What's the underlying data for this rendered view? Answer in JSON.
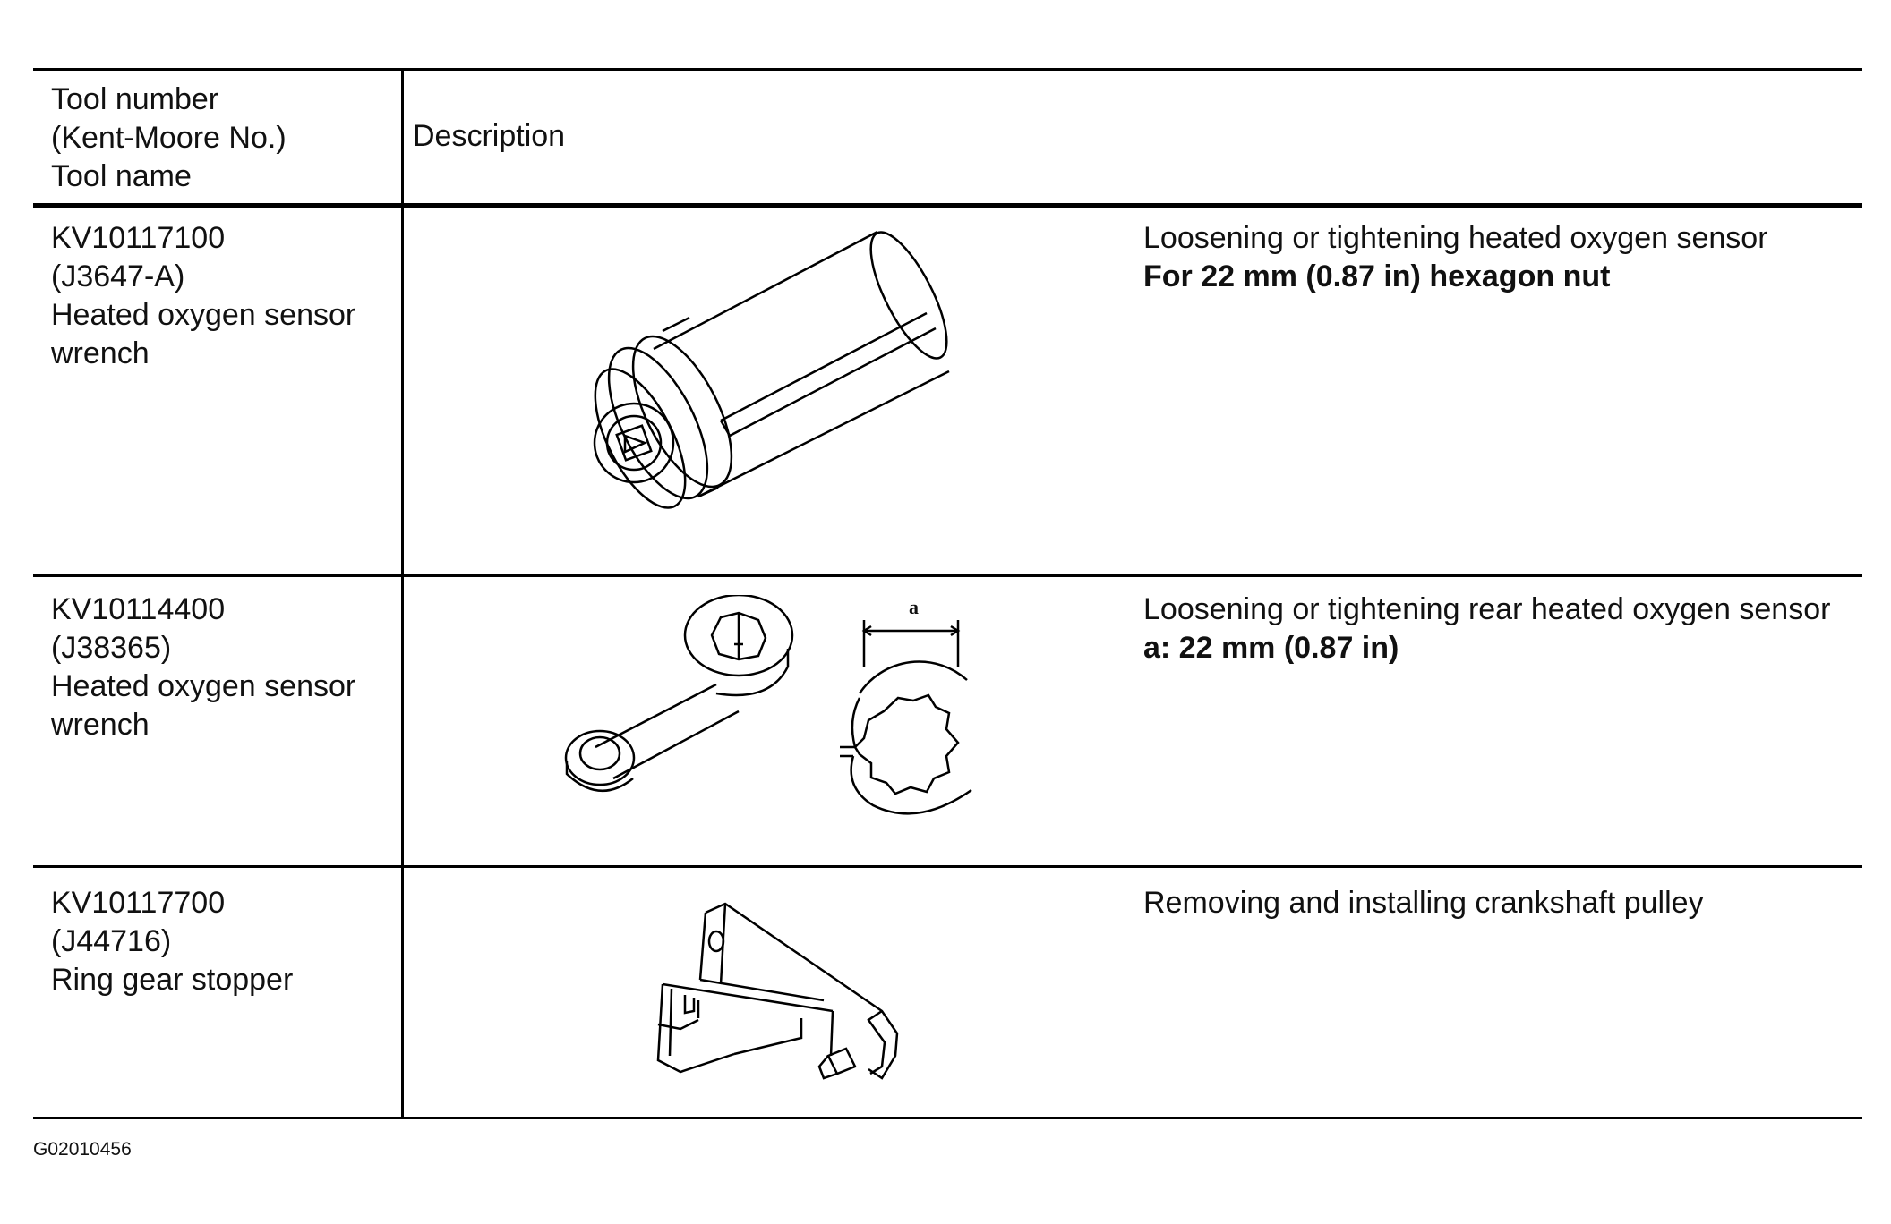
{
  "header": {
    "col1_lines": [
      "Tool number",
      "(Kent-Moore No.)",
      "Tool name"
    ],
    "col2": "Description"
  },
  "rows": [
    {
      "tool_number": "KV10117100",
      "kent_moore": "(J3647-A)",
      "name_line1": "Heated oxygen sensor",
      "name_line2": "wrench",
      "desc_line1": "Loosening or tightening heated oxygen sensor",
      "desc_line2": "For 22 mm (0.87 in) hexagon nut",
      "illustration": "socket-wrench-icon"
    },
    {
      "tool_number": "KV10114400",
      "kent_moore": "(J38365)",
      "name_line1": "Heated oxygen sensor",
      "name_line2": "wrench",
      "desc_line1": "Loosening or tightening rear heated oxygen sensor",
      "desc_line2": "a: 22 mm (0.87 in)",
      "dimension_label": "a",
      "illustration": "box-end-wrench-icon"
    },
    {
      "tool_number": "KV10117700",
      "kent_moore": "(J44716)",
      "name_line1": "Ring gear stopper",
      "desc_line1": "Removing and installing crankshaft pulley",
      "illustration": "ring-gear-stopper-icon"
    }
  ],
  "figure_id": "G02010456"
}
